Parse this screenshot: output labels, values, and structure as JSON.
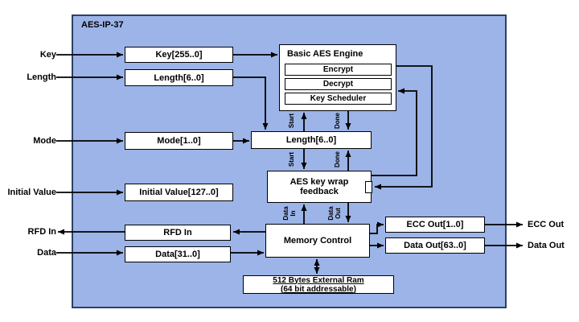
{
  "title": "AES-IP-37",
  "colors": {
    "panel": "#9cb4e7",
    "panel-border": "#2e3f66",
    "wire": "#000000",
    "box-border": "#000000",
    "box-fill": "#ffffff"
  },
  "inputs": {
    "key": "Key",
    "length": "Length",
    "mode": "Mode",
    "initial_value": "Initial Value",
    "rfd_in": "RFD In",
    "data": "Data"
  },
  "outputs": {
    "ecc_out": "ECC Out",
    "data_out": "Data Out"
  },
  "blocks": {
    "key_reg": "Key[255..0]",
    "length_reg": "Length[6..0]",
    "mode_reg": "Mode[1..0]",
    "initial_value_reg": "Initial Value[127..0]",
    "rfd_in_reg": "RFD In",
    "data_reg": "Data[31..0]",
    "engine_title": "Basic AES Engine",
    "encrypt": "Encrypt",
    "decrypt": "Decrypt",
    "key_scheduler": "Key Scheduler",
    "length_ctrl": "Length[6..0]",
    "key_wrap": "AES key wrap\nfeedback",
    "memory_control": "Memory Control",
    "ecc_out_reg": "ECC Out[1..0]",
    "data_out_reg": "Data Out[63..0]",
    "ram_line1": "512 Bytes External Ram",
    "ram_line2": "(64 bit addressable)"
  },
  "signals": {
    "start": "Start",
    "done": "Done",
    "data_in": "Data\nIn",
    "data_out": "Data\nOut"
  }
}
